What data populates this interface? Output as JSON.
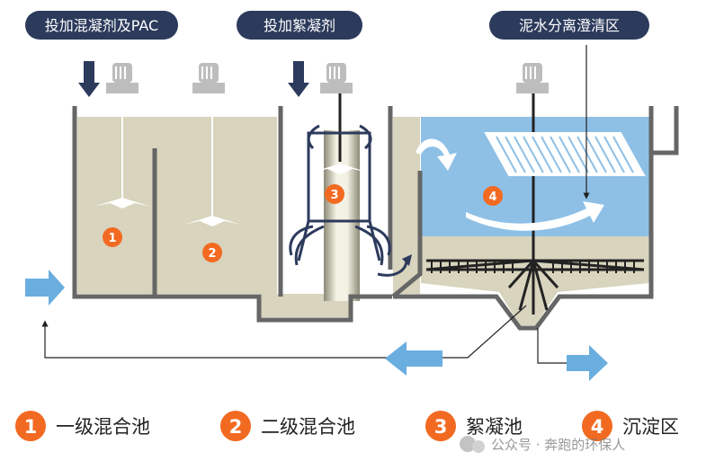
{
  "labels": {
    "dose_pac": "投加混凝剂及PAC",
    "dose_flocculant": "投加絮凝剂",
    "separation_zone": "泥水分离澄清区"
  },
  "stages": [
    {
      "num": "1",
      "name": "一级混合池",
      "color": "#f26a21"
    },
    {
      "num": "2",
      "name": "二级混合池",
      "color": "#f26a21"
    },
    {
      "num": "3",
      "name": "絮凝池",
      "color": "#f26a21"
    },
    {
      "num": "4",
      "name": "沉淀区",
      "color": "#f26a21"
    }
  ],
  "watermark": "公众号 · 奔跑的环保人",
  "colors": {
    "tank_fill": "#d8d4bd",
    "water_blue": "#8ec0e6",
    "wall": "#666666",
    "pill": "#2c3a5c",
    "flow_arrow": "#6aaee0",
    "dose_arrow": "#2c3a5c",
    "motor": "#bdbdbd"
  }
}
